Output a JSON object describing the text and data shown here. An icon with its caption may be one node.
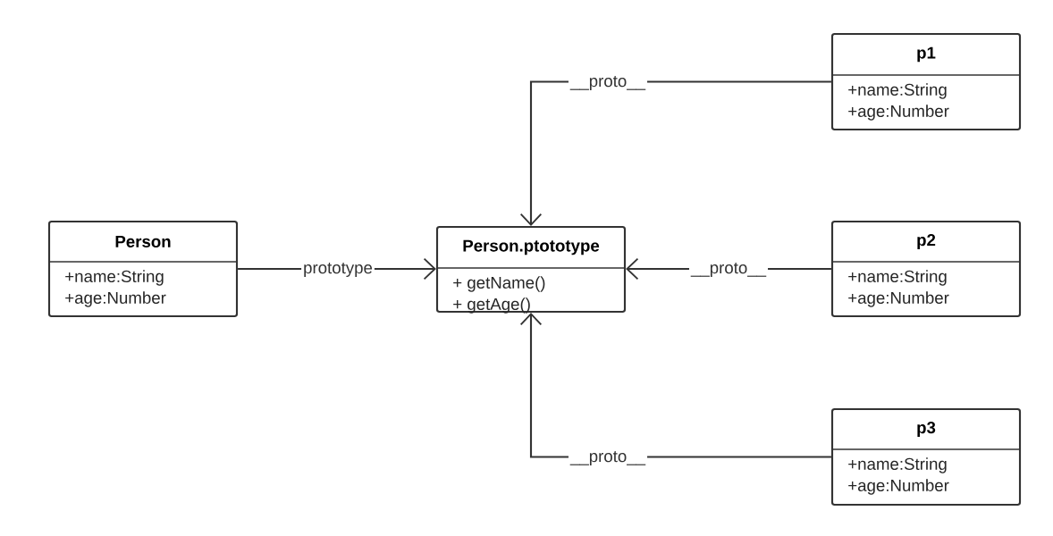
{
  "diagram": {
    "nodes": [
      {
        "text": [
          "Person",
          "+name:String",
          "+age:Number"
        ]
      },
      {
        "text": [
          "Person.ptototype",
          "+ getName()",
          "+ getAge()"
        ]
      },
      {
        "text": [
          "p1",
          "+name:String",
          "+age:Number"
        ]
      },
      {
        "text": [
          "p2",
          "+name:String",
          "+age:Number"
        ]
      },
      {
        "text": [
          "p3",
          "+name:String",
          "+age:Number"
        ]
      }
    ],
    "edges": [
      {
        "from": 0,
        "to": 1,
        "arrow": "to",
        "label": "prototype"
      },
      {
        "from": 2,
        "to": 1,
        "arrow": "to",
        "label": "__proto__"
      },
      {
        "from": 3,
        "to": 1,
        "arrow": "to",
        "label": "__proto__"
      },
      {
        "from": 4,
        "to": 1,
        "arrow": "to",
        "label": "__proto__"
      }
    ]
  }
}
